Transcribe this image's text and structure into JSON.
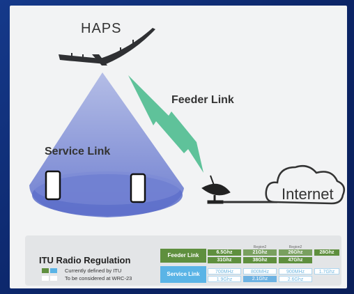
{
  "diagram": {
    "haps_label": "HAPS",
    "feeder_label": "Feeder Link",
    "service_label": "Service Link",
    "internet_label": "Internet"
  },
  "regulation": {
    "title": "ITU Radio Regulation",
    "legend": [
      {
        "colors": [
          "#5f8f3e",
          "#5ab4e6"
        ],
        "text": "Currently defined by ITU"
      },
      {
        "colors": [
          "#ffffff",
          "#ffffff"
        ],
        "text": "To be considered at WRC-23"
      }
    ],
    "feeder_row_label": "Feeder Link",
    "service_row_label": "Service Link",
    "region_tags": [
      "Region2",
      "Region2"
    ],
    "feeder_top": [
      "6.5Ghz",
      "21Ghz",
      "26Ghz",
      "28Ghz"
    ],
    "feeder_bottom": [
      "31Ghz",
      "38Ghz",
      "47Ghz"
    ],
    "service_top": [
      "700MHz",
      "800MHz",
      "900MHz",
      "1.7Ghz"
    ],
    "service_bottom": [
      "1.9Ghz",
      "2.1Ghz",
      "2.6Ghz"
    ]
  }
}
